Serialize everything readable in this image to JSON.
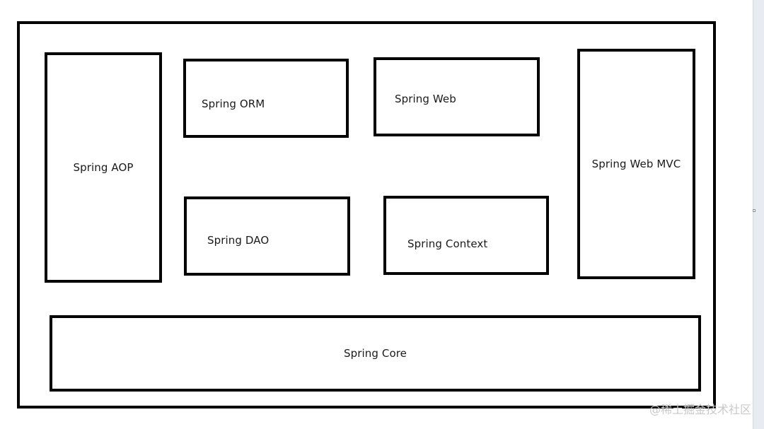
{
  "diagram": {
    "modules": {
      "aop": "Spring AOP",
      "orm": "Spring ORM",
      "web": "Spring Web",
      "web_mvc": "Spring Web MVC",
      "dao": "Spring DAO",
      "context": "Spring Context",
      "core": "Spring Core"
    }
  },
  "watermark": "@稀土掘金技术社区"
}
